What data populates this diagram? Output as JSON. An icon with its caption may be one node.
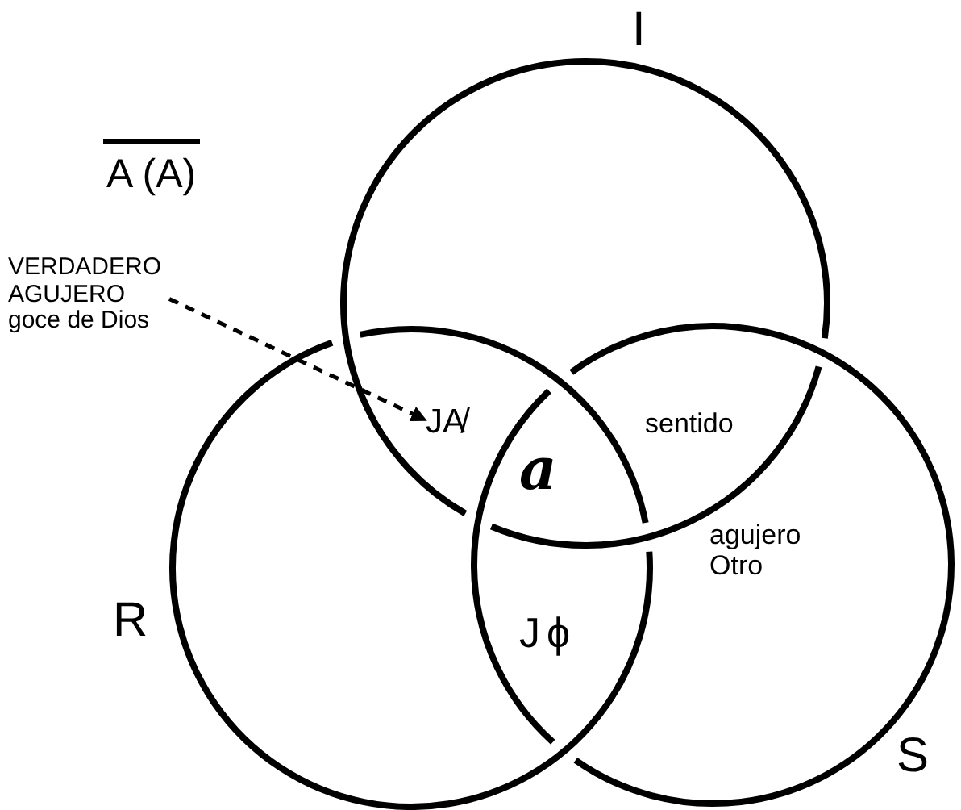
{
  "diagram": {
    "nodes": [
      {
        "text": [
          "I"
        ]
      },
      {
        "text": [
          "R"
        ]
      },
      {
        "text": [
          "S"
        ]
      },
      {
        "text": [
          "VERDADERO AGUJERO goce de Dios"
        ]
      },
      {
        "text": [
          "JA̸"
        ]
      }
    ],
    "edges": [
      {
        "from": 3,
        "to": 4,
        "arrow": "to",
        "style": "dashed"
      }
    ],
    "labels": [
      "A (A)",
      "sentido",
      "a",
      "agujero Otro",
      "Jϕ"
    ]
  }
}
